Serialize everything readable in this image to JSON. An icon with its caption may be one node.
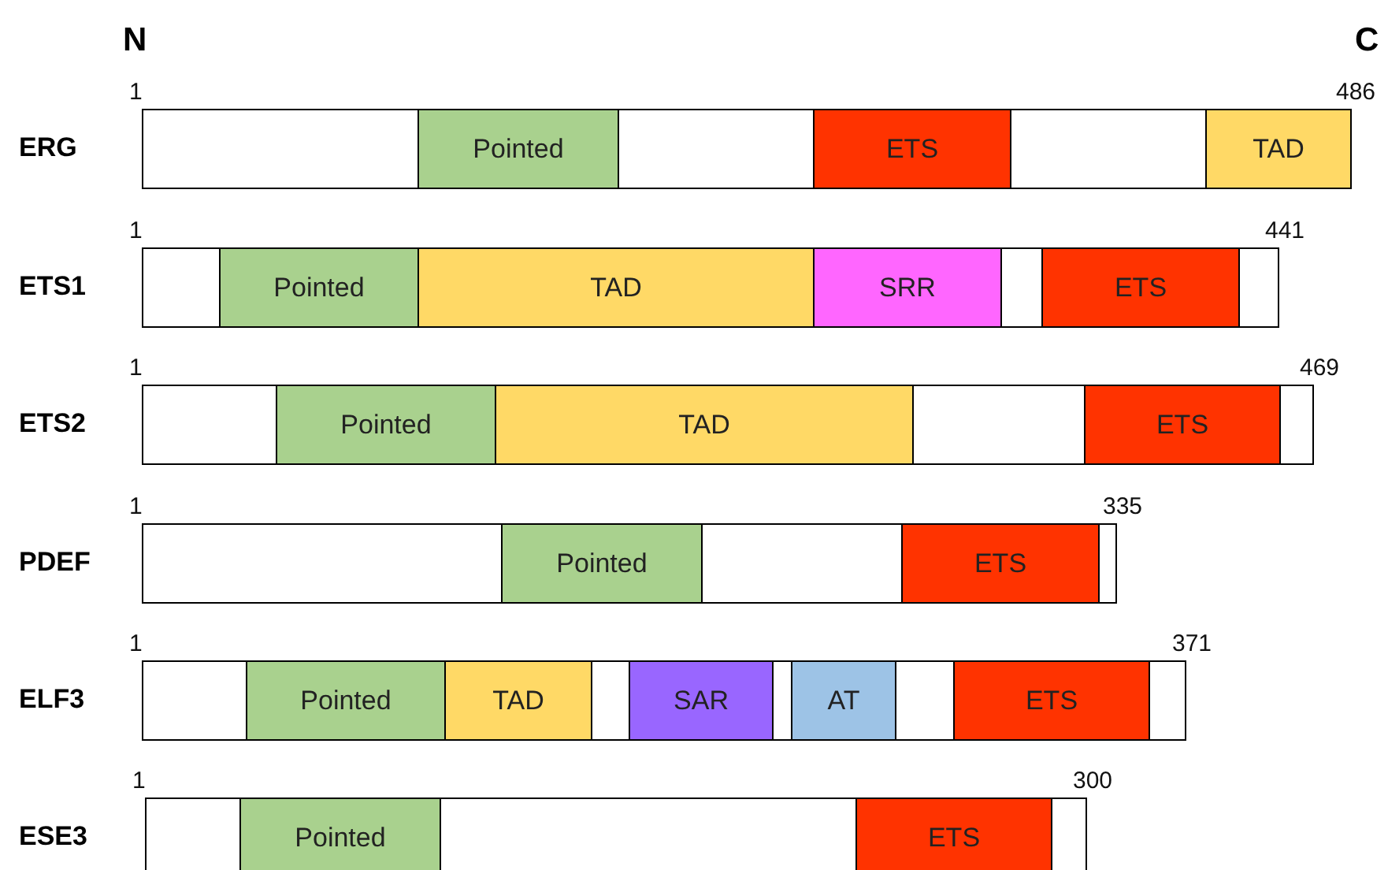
{
  "diagram": {
    "nodes": [
      {
        "text": [
          "ERG"
        ],
        "beside": [
          "1",
          "486"
        ]
      },
      {
        "text": [
          "Pointed"
        ],
        "in": 0
      },
      {
        "text": [
          "ETS"
        ],
        "in": 0
      },
      {
        "text": [
          "TAD"
        ],
        "in": 0
      },
      {
        "text": [
          "ETS1"
        ],
        "beside": [
          "1",
          "441"
        ]
      },
      {
        "text": [
          "Pointed"
        ],
        "in": 4
      },
      {
        "text": [
          "TAD"
        ],
        "in": 4
      },
      {
        "text": [
          "SRR"
        ],
        "in": 4
      },
      {
        "text": [
          "ETS"
        ],
        "in": 4
      },
      {
        "text": [
          "ETS2"
        ],
        "beside": [
          "1",
          "469"
        ]
      },
      {
        "text": [
          "Pointed"
        ],
        "in": 9
      },
      {
        "text": [
          "TAD"
        ],
        "in": 9
      },
      {
        "text": [
          "ETS"
        ],
        "in": 9
      },
      {
        "text": [
          "PDEF"
        ],
        "beside": [
          "1",
          "335"
        ]
      },
      {
        "text": [
          "Pointed"
        ],
        "in": 13
      },
      {
        "text": [
          "ETS"
        ],
        "in": 13
      },
      {
        "text": [
          "ELF3"
        ],
        "beside": [
          "1",
          "371"
        ]
      },
      {
        "text": [
          "Pointed"
        ],
        "in": 16
      },
      {
        "text": [
          "TAD"
        ],
        "in": 16
      },
      {
        "text": [
          "SAR"
        ],
        "in": 16
      },
      {
        "text": [
          "AT"
        ],
        "in": 16
      },
      {
        "text": [
          "ETS"
        ],
        "in": 16
      },
      {
        "text": [
          "ESE3"
        ],
        "beside": [
          "1",
          "300"
        ]
      },
      {
        "text": [
          "Pointed"
        ],
        "in": 22
      },
      {
        "text": [
          "ETS"
        ],
        "in": 22
      }
    ],
    "labels": [
      "N",
      "C"
    ]
  }
}
